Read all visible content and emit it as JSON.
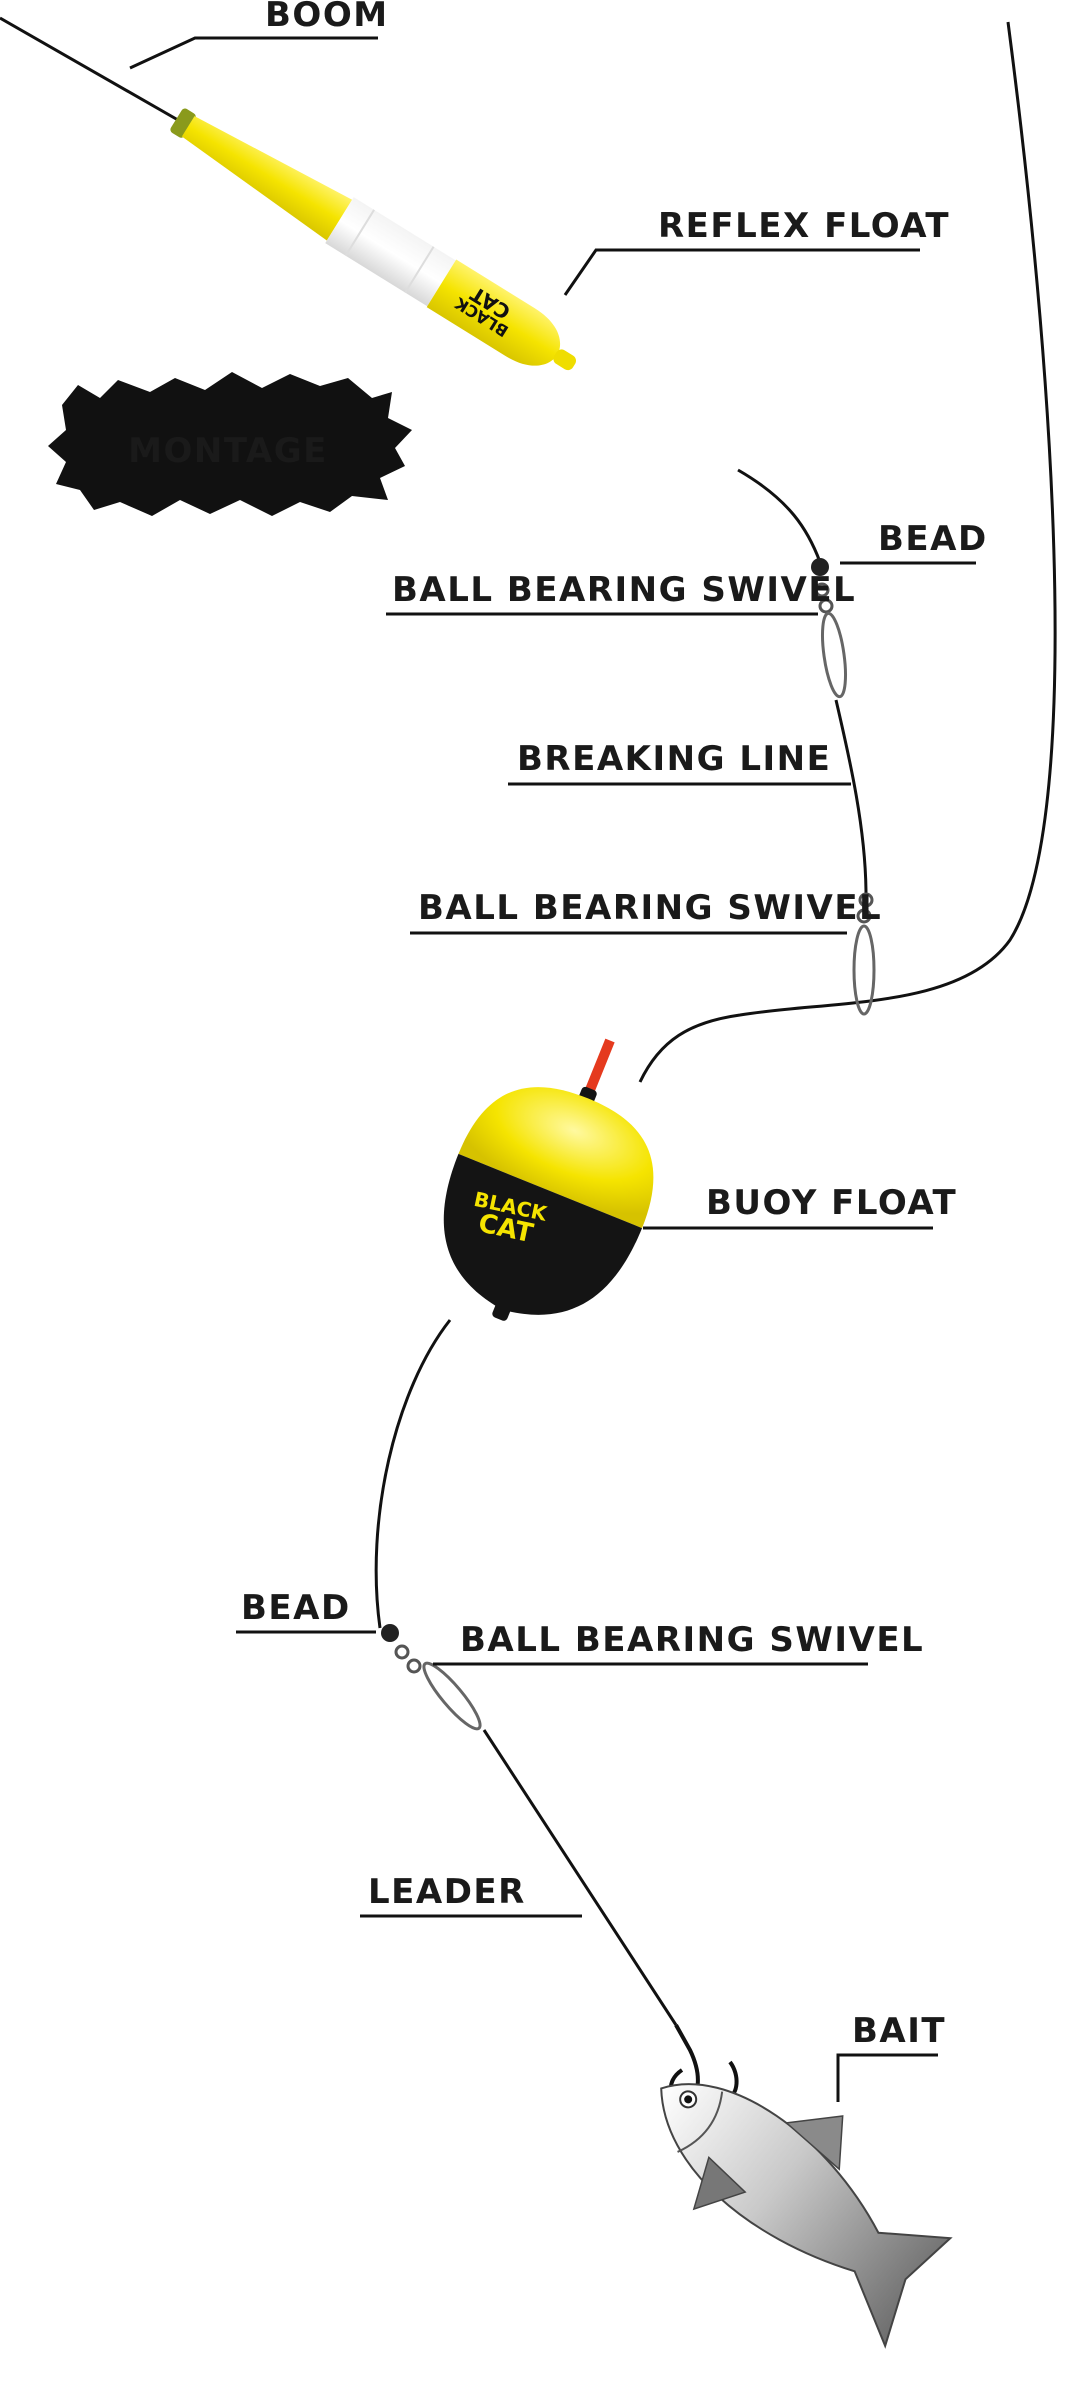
{
  "labels": {
    "boom": "BOOM",
    "reflex_float": "REFLEX FLOAT",
    "montage": "MONTAGE",
    "bead_top": "BEAD",
    "swivel_1": "BALL BEARING SWIVEL",
    "breaking_line": "BREAKING LINE",
    "swivel_2": "BALL BEARING SWIVEL",
    "buoy_float": "BUOY FLOAT",
    "bead_bottom": "BEAD",
    "swivel_3": "BALL BEARING SWIVEL",
    "leader": "LEADER",
    "bait": "BAIT"
  },
  "brand": {
    "line1": "BLACK",
    "line2": "CAT"
  },
  "colors": {
    "float_yellow": "#f5e400",
    "float_black": "#141414",
    "line": "#111111",
    "antenna": "#e53a1e",
    "badge": "#111111"
  }
}
